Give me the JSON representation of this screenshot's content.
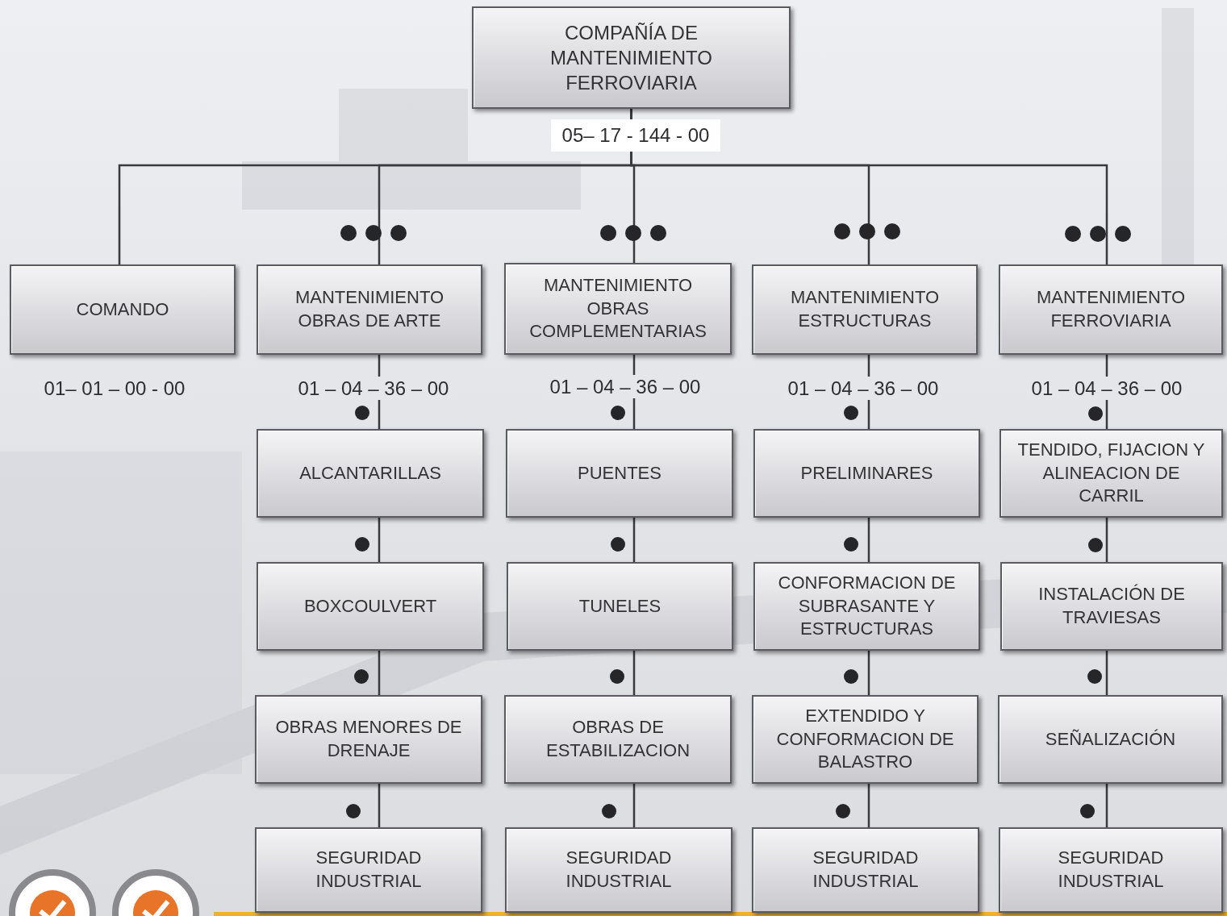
{
  "diagram": {
    "nodes": [
      {
        "text": [
          "COMPAÑÍA DE MANTENIMIENTO FERROVIARIA"
        ]
      },
      {
        "text": [
          "COMANDO"
        ]
      },
      {
        "text": [
          "MANTENIMIENTO OBRAS DE ARTE"
        ]
      },
      {
        "text": [
          "MANTENIMIENTO OBRAS COMPLEMENTARIAS"
        ]
      },
      {
        "text": [
          "MANTENIMIENTO ESTRUCTURAS"
        ]
      },
      {
        "text": [
          "MANTENIMIENTO FERROVIARIA"
        ]
      },
      {
        "text": [
          "ALCANTARILLAS"
        ]
      },
      {
        "text": [
          "PUENTES"
        ]
      },
      {
        "text": [
          "PRELIMINARES"
        ]
      },
      {
        "text": [
          "TENDIDO, FIJACION Y ALINEACION DE CARRIL"
        ]
      },
      {
        "text": [
          "BOXCOULVERT"
        ]
      },
      {
        "text": [
          "TUNELES"
        ]
      },
      {
        "text": [
          "CONFORMACION DE SUBRASANTE Y ESTRUCTURAS"
        ]
      },
      {
        "text": [
          "INSTALACIÓN DE TRAVIESAS"
        ]
      },
      {
        "text": [
          "OBRAS MENORES DE DRENAJE"
        ]
      },
      {
        "text": [
          "OBRAS DE ESTABILIZACION"
        ]
      },
      {
        "text": [
          "EXTENDIDO Y CONFORMACION DE BALASTRO"
        ]
      },
      {
        "text": [
          "SEÑALIZACIÓN"
        ]
      },
      {
        "text": [
          "SEGURIDAD INDUSTRIAL"
        ]
      },
      {
        "text": [
          "SEGURIDAD INDUSTRIAL"
        ]
      },
      {
        "text": [
          "SEGURIDAD INDUSTRIAL"
        ]
      },
      {
        "text": [
          "SEGURIDAD INDUSTRIAL"
        ]
      }
    ],
    "edges": [
      {
        "from": 0,
        "to": 1,
        "arrow": "none"
      },
      {
        "from": 0,
        "to": 2,
        "arrow": "none"
      },
      {
        "from": 0,
        "to": 3,
        "arrow": "none"
      },
      {
        "from": 0,
        "to": 4,
        "arrow": "none"
      },
      {
        "from": 0,
        "to": 5,
        "arrow": "none"
      },
      {
        "from": 2,
        "to": 6,
        "arrow": "none"
      },
      {
        "from": 6,
        "to": 10,
        "arrow": "none"
      },
      {
        "from": 10,
        "to": 14,
        "arrow": "none"
      },
      {
        "from": 14,
        "to": 18,
        "arrow": "none"
      },
      {
        "from": 3,
        "to": 7,
        "arrow": "none"
      },
      {
        "from": 7,
        "to": 11,
        "arrow": "none"
      },
      {
        "from": 11,
        "to": 15,
        "arrow": "none"
      },
      {
        "from": 15,
        "to": 19,
        "arrow": "none"
      },
      {
        "from": 4,
        "to": 8,
        "arrow": "none"
      },
      {
        "from": 8,
        "to": 12,
        "arrow": "none"
      },
      {
        "from": 12,
        "to": 16,
        "arrow": "none"
      },
      {
        "from": 16,
        "to": 20,
        "arrow": "none"
      },
      {
        "from": 5,
        "to": 9,
        "arrow": "none"
      },
      {
        "from": 9,
        "to": 13,
        "arrow": "none"
      },
      {
        "from": 13,
        "to": 17,
        "arrow": "none"
      },
      {
        "from": 17,
        "to": 21,
        "arrow": "none"
      }
    ],
    "labels": [
      "05– 17 - 144 - 00",
      "01– 01 – 00 - 00",
      "01 – 04 – 36 – 00",
      "01 – 04 – 36 – 00",
      "01 – 04 – 36 – 00",
      "01 – 04 – 36 – 00"
    ]
  }
}
